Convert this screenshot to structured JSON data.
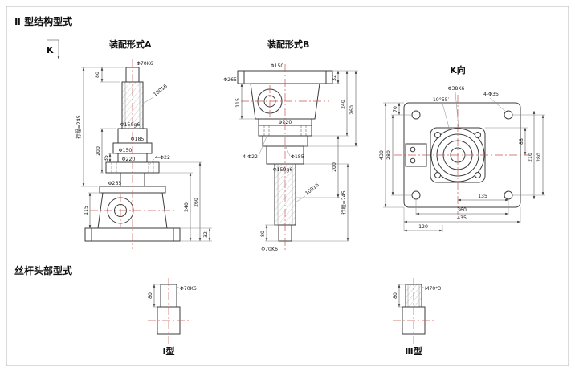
{
  "page": {
    "title": "Ⅱ 型结构型式",
    "section2_title": "丝杆头部型式"
  },
  "viewA": {
    "label": "装配形式A",
    "k_mark": "K",
    "dims": {
      "shaft70": "Φ70K6",
      "len80": "80",
      "thread": "10016",
      "stroke": "行程=245",
      "sleeve": "Φ150g6",
      "d185": "Φ185",
      "d150": "Φ150",
      "holes": "4-Φ22",
      "d220": "Φ220",
      "d265": "Φ265",
      "len200": "200",
      "len35": "35",
      "len115": "115",
      "len240": "240",
      "len260": "260",
      "len32": "32"
    }
  },
  "viewB": {
    "label": "装配形式B",
    "dims": {
      "d150": "Φ150",
      "d265": "Φ265",
      "len115": "115",
      "len32": "32",
      "len240": "240",
      "len260": "260",
      "d220": "Φ220",
      "holes": "4-Φ22",
      "d185": "Φ185",
      "sleeve": "Φ150g6",
      "len200": "200",
      "stroke": "行程=245",
      "thread": "10016",
      "len80": "80",
      "shaft70": "Φ70K6"
    }
  },
  "viewK": {
    "label": "K向",
    "dims": {
      "shaft": "Φ38K6",
      "angle": "10°55′",
      "holes": "4-Φ35",
      "len70": "70",
      "h430": "430",
      "h280": "280",
      "r88": "88",
      "r210": "210",
      "r280": "280",
      "b135": "135",
      "b360": "360",
      "b435": "435",
      "b120": "120"
    }
  },
  "typeI": {
    "label": "Ⅰ型",
    "dims": {
      "shaft": "Φ70K6",
      "len80": "80"
    }
  },
  "typeIII": {
    "label": "Ⅲ型",
    "dims": {
      "thread": "M70*3",
      "len80": "80"
    }
  }
}
